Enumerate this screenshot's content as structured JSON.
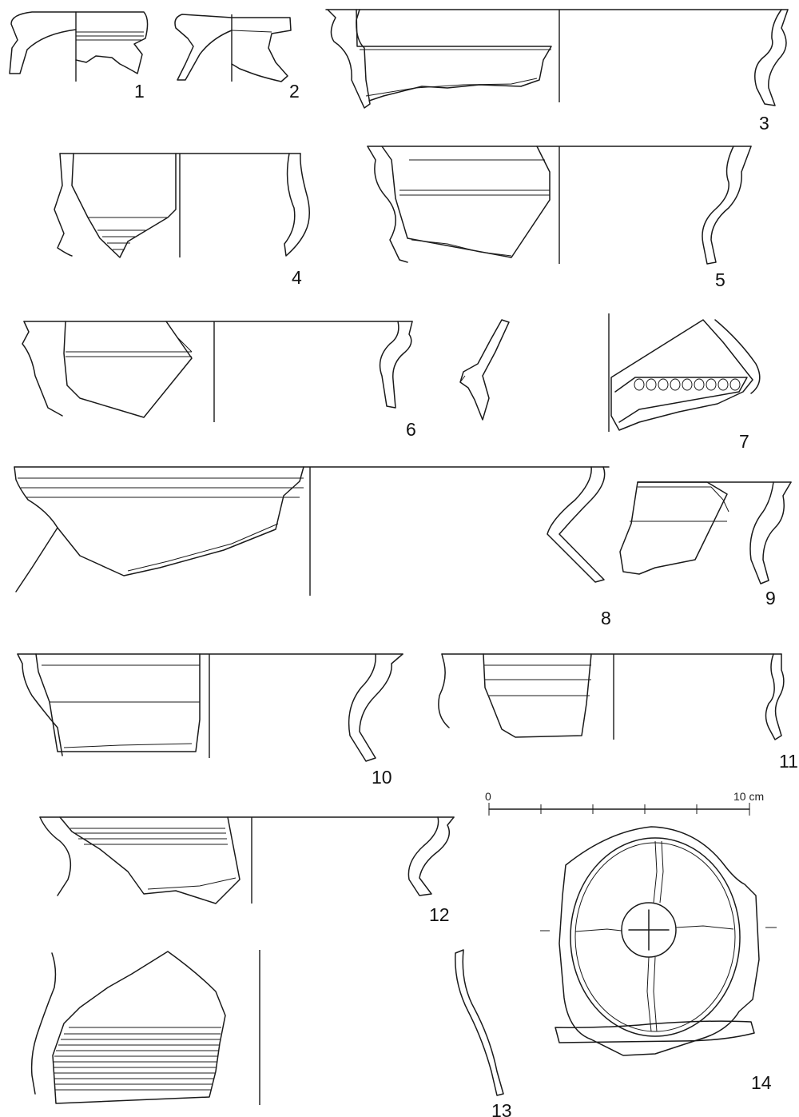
{
  "plate": {
    "figures": [
      {
        "id": "fig-1",
        "label": "1"
      },
      {
        "id": "fig-2",
        "label": "2"
      },
      {
        "id": "fig-3",
        "label": "3"
      },
      {
        "id": "fig-4",
        "label": "4"
      },
      {
        "id": "fig-5",
        "label": "5"
      },
      {
        "id": "fig-6",
        "label": "6"
      },
      {
        "id": "fig-7",
        "label": "7"
      },
      {
        "id": "fig-8",
        "label": "8"
      },
      {
        "id": "fig-9",
        "label": "9"
      },
      {
        "id": "fig-10",
        "label": "10"
      },
      {
        "id": "fig-11",
        "label": "11"
      },
      {
        "id": "fig-12",
        "label": "12"
      },
      {
        "id": "fig-13",
        "label": "13"
      },
      {
        "id": "fig-14",
        "label": "14"
      }
    ],
    "scale_bar": {
      "start_label": "0",
      "end_label": "10 cm",
      "divisions": 5
    }
  }
}
